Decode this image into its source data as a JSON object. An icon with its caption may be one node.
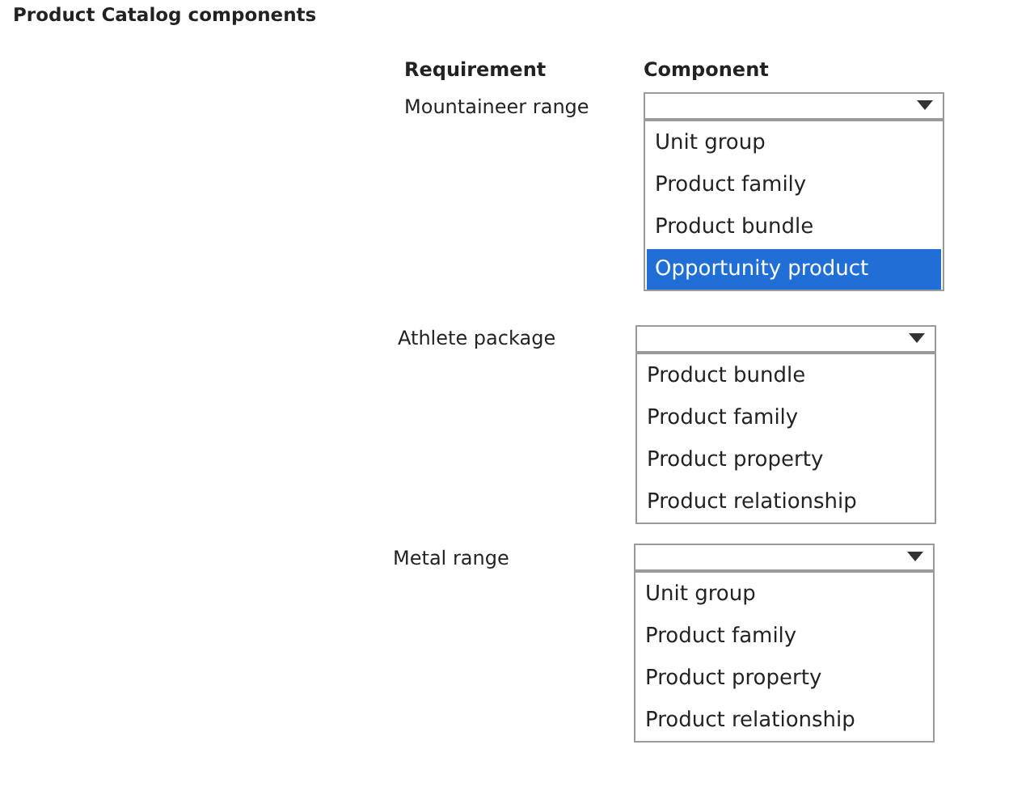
{
  "diagram": {
    "title": "Product Catalog components",
    "labels": [
      "Requirement",
      "Component",
      "Mountaineer range",
      "Athlete package",
      "Metal range"
    ],
    "nodes": [
      {
        "text": [
          "Unit group",
          "Product family",
          "Product bundle",
          "Opportunity product"
        ]
      },
      {
        "text": [
          "Product bundle",
          "Product family",
          "Product property",
          "Product relationship"
        ]
      },
      {
        "text": [
          "Unit group",
          "Product family",
          "Product property",
          "Product relationship"
        ]
      }
    ]
  }
}
